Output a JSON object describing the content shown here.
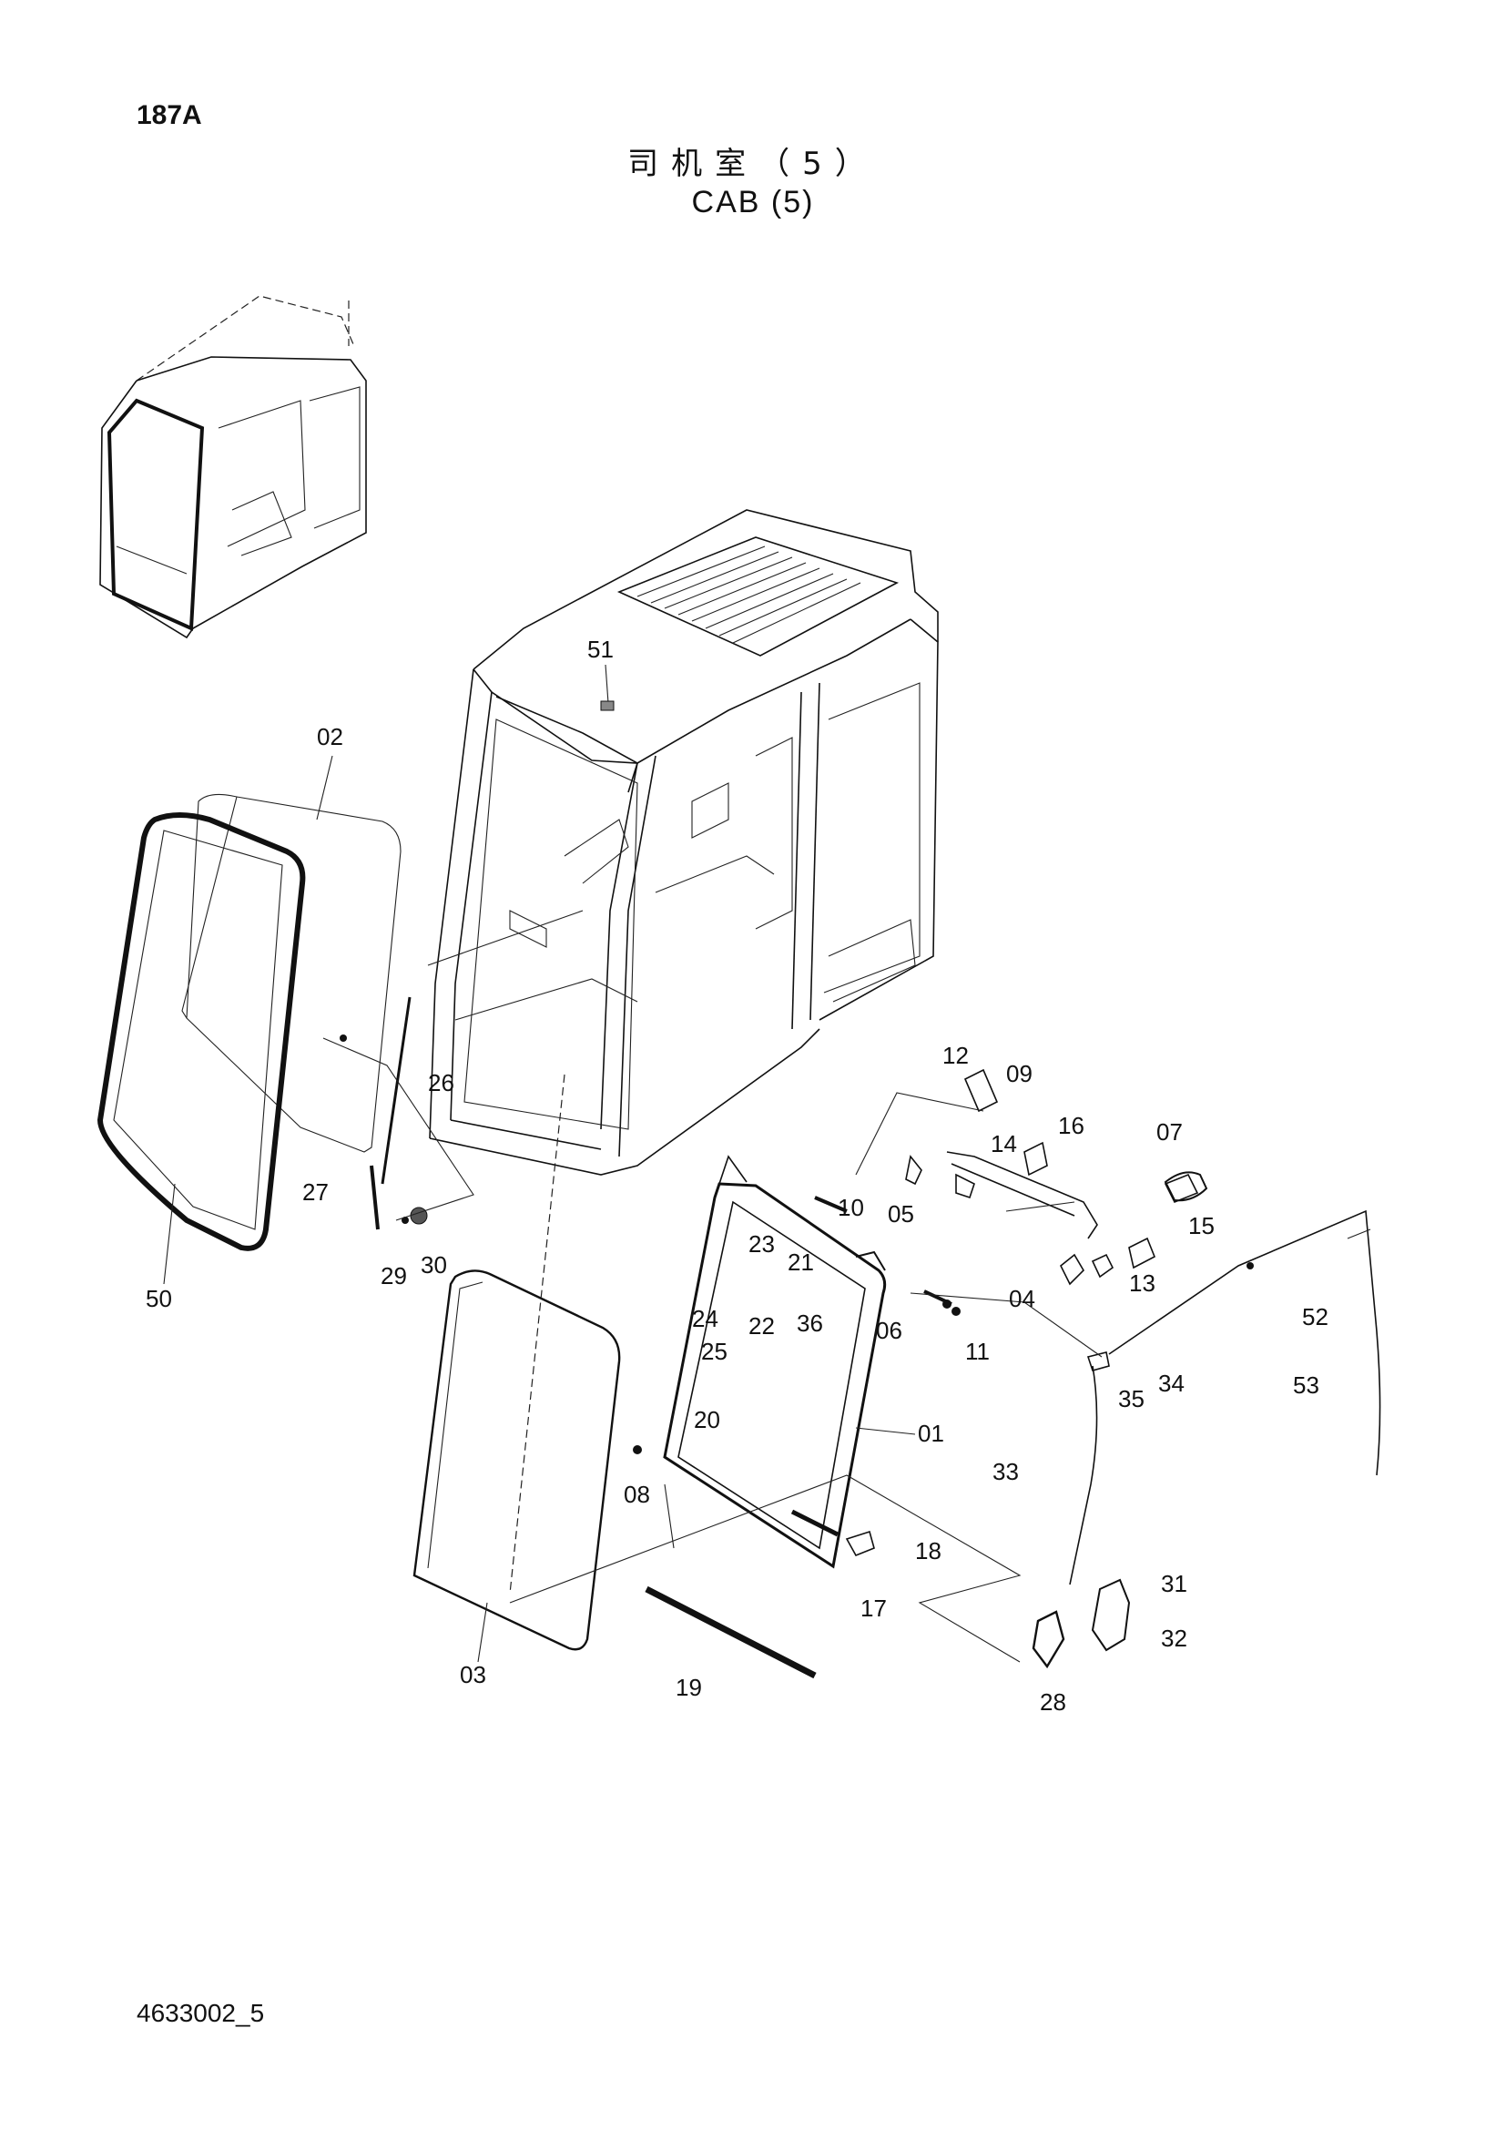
{
  "header": {
    "page_code": "187A",
    "title_cn": "司机室（5）",
    "title_en": "CAB (5)"
  },
  "footer": {
    "doc_number": "4633002_5"
  },
  "callouts": [
    "51",
    "02",
    "26",
    "27",
    "50",
    "29",
    "30",
    "03",
    "19",
    "20",
    "08",
    "36",
    "01",
    "23",
    "21",
    "24",
    "22",
    "25",
    "06",
    "11",
    "10",
    "05",
    "14",
    "12",
    "09",
    "16",
    "07",
    "15",
    "13",
    "04",
    "52",
    "53",
    "35",
    "34",
    "33",
    "31",
    "32",
    "28",
    "17",
    "18"
  ]
}
